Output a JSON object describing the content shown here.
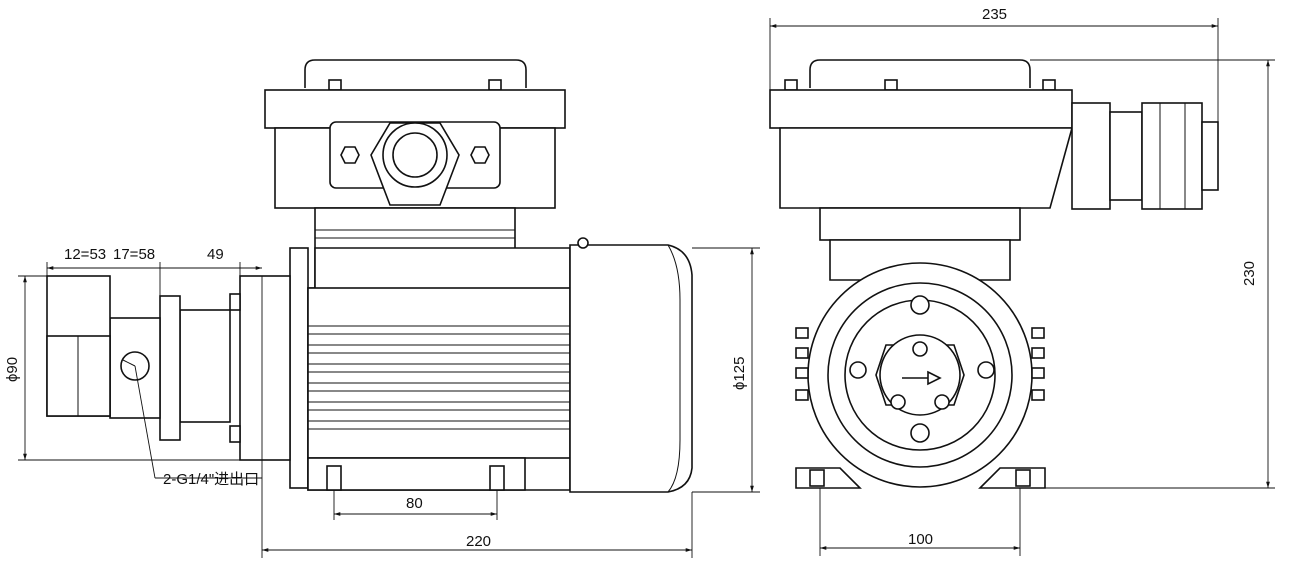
{
  "dimensions": {
    "overall_width_side": "235",
    "overall_height": "230",
    "length_front": "220",
    "foot_spacing_front": "80",
    "foot_spacing_side": "100",
    "motor_diameter": "ϕ125",
    "pump_diameter": "ϕ90",
    "pump_dim_a": "12=53",
    "pump_dim_b": "17=58",
    "pump_dim_c": "49"
  },
  "annotations": {
    "port_label": "2-G1/4\"进出口"
  }
}
